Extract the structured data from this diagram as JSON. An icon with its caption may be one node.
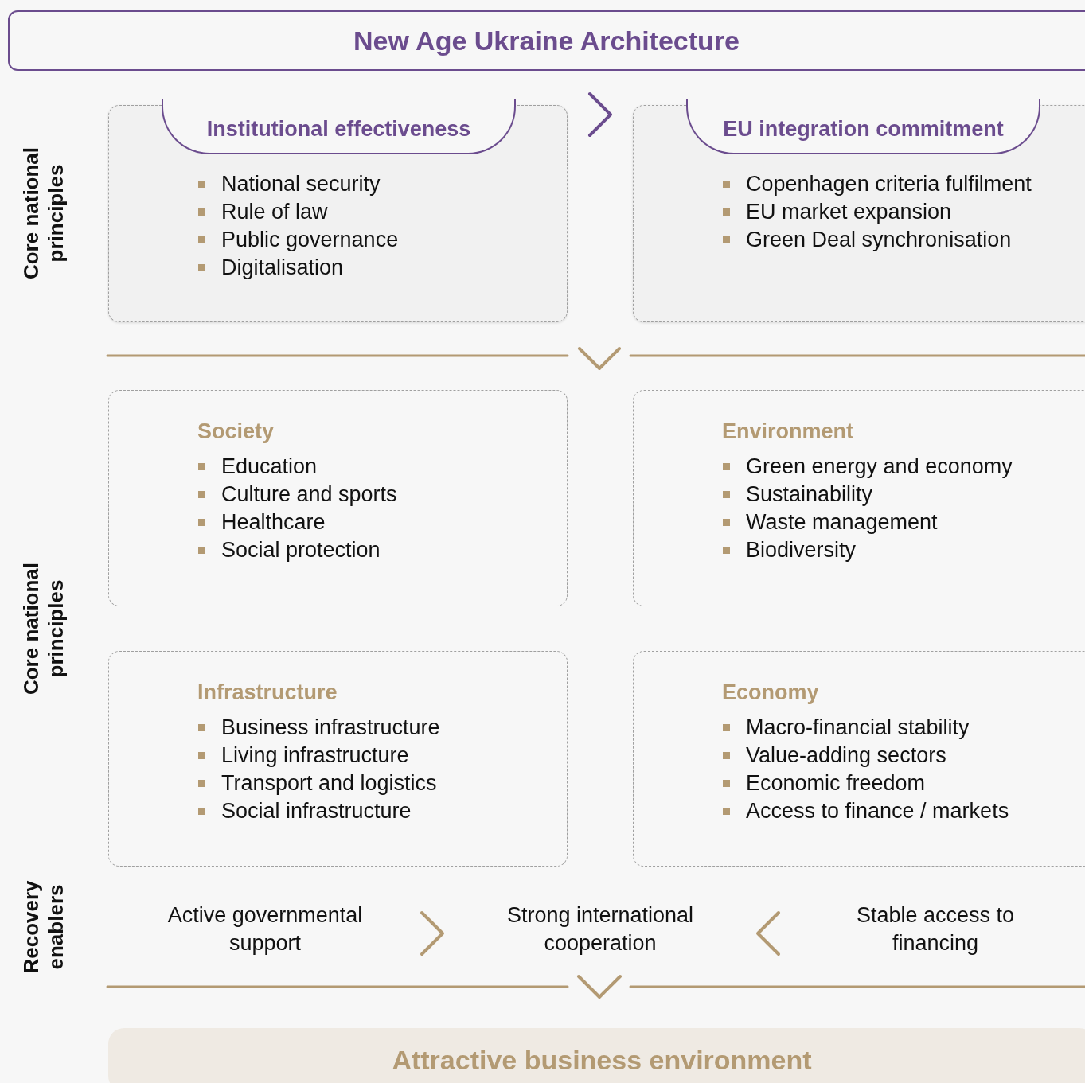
{
  "diagram": {
    "title": "New Age Ukraine Architecture",
    "nodes": [
      {
        "text": [
          "Institutional effectiveness",
          "National security",
          "Rule of law",
          "Public governance",
          "Digitalisation"
        ]
      },
      {
        "text": [
          "EU integration commitment",
          "Copenhagen criteria fulfilment",
          "EU market expansion",
          "Green Deal synchronisation"
        ]
      },
      {
        "text": [
          "Society",
          "Education",
          "Culture and sports",
          "Healthcare",
          "Social protection"
        ]
      },
      {
        "text": [
          "Environment",
          "Green energy and economy",
          "Sustainability",
          "Waste management",
          "Biodiversity"
        ]
      },
      {
        "text": [
          "Infrastructure",
          "Business infrastructure",
          "Living infrastructure",
          "Transport and logistics",
          "Social infrastructure"
        ]
      },
      {
        "text": [
          "Economy",
          "Macro-financial stability",
          "Value-adding sectors",
          "Economic freedom",
          "Access to finance / markets"
        ]
      },
      {
        "text": [
          "Active governmental support"
        ]
      },
      {
        "text": [
          "Strong international cooperation"
        ]
      },
      {
        "text": [
          "Stable access to financing"
        ]
      },
      {
        "text": [
          "Attractive business environment"
        ]
      }
    ],
    "edges": [
      {
        "from": 0,
        "to": 1,
        "arrow": "to",
        "color": "#6b4c8e"
      },
      {
        "from": 6,
        "to": 7,
        "arrow": "to"
      },
      {
        "from": 8,
        "to": 7,
        "arrow": "to"
      },
      {
        "from": 7,
        "to": 9,
        "arrow": "to"
      }
    ],
    "labels": [
      "Core national principles",
      "Core national principles",
      "Recovery enablers"
    ]
  }
}
